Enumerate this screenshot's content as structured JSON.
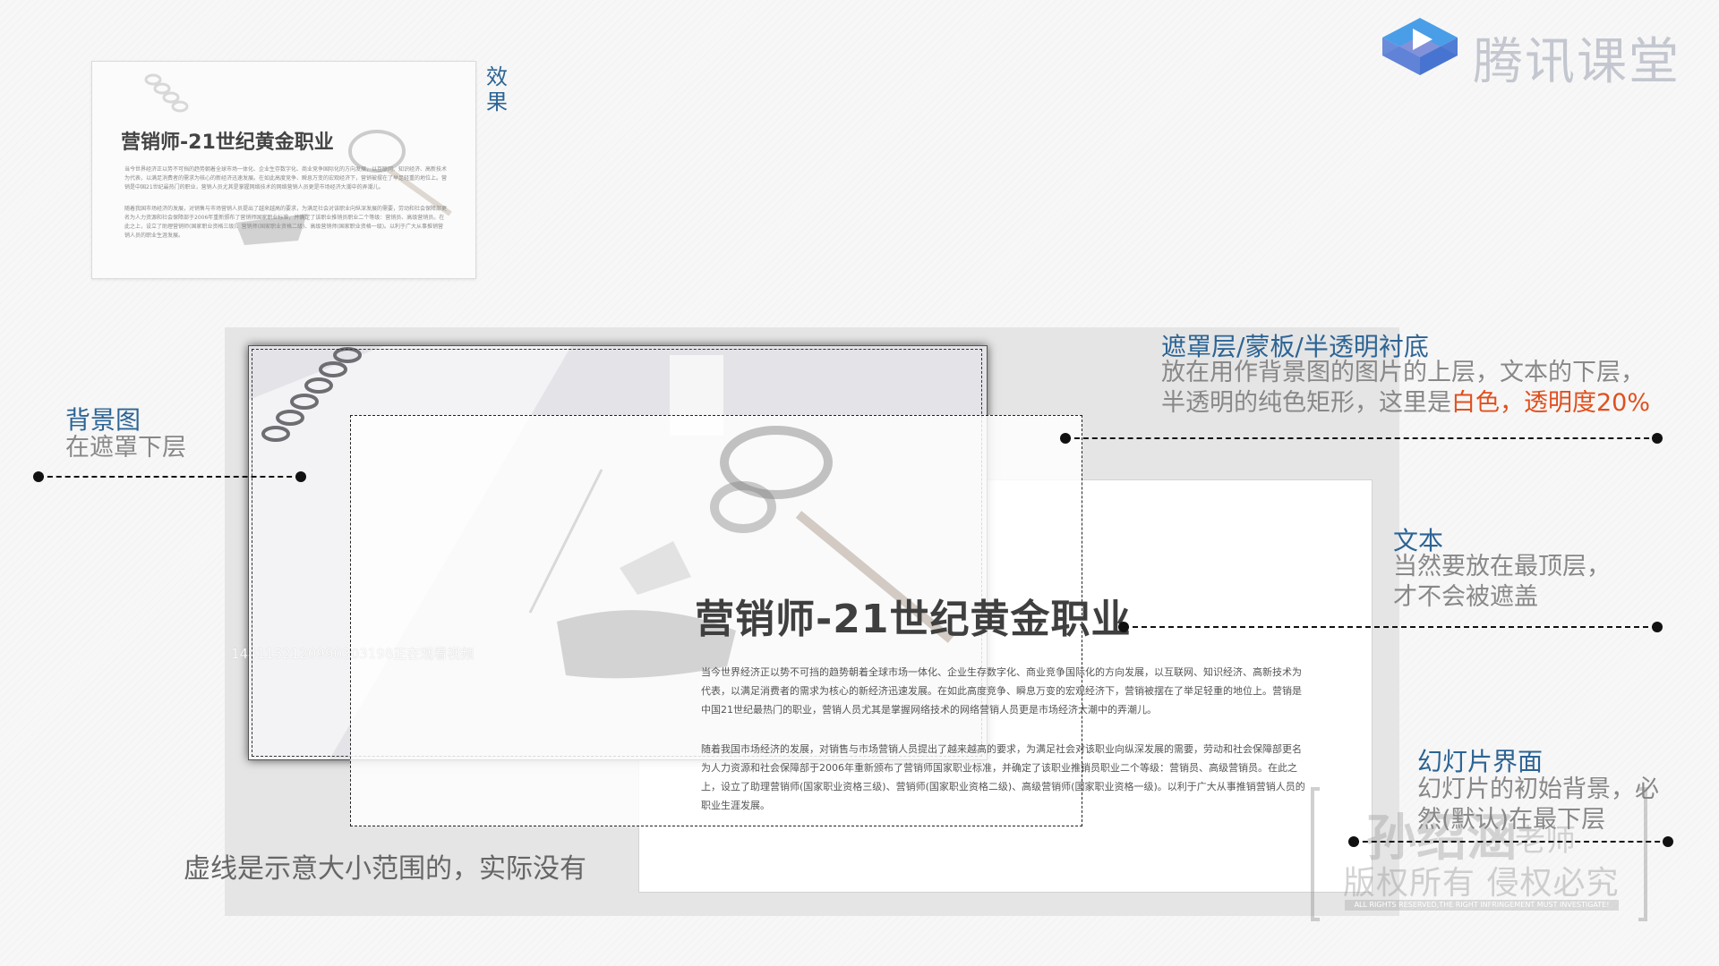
{
  "brand": {
    "name": "腾讯课堂",
    "icon": "play-logo-icon"
  },
  "preview": {
    "label": "效果",
    "title": "营销师-21世纪黄金职业",
    "paragraph_1": "当今世界经济正以势不可挡的趋势朝着全球市场一体化、企业生存数字化、商业竞争国际化的方向发展，以互联网、知识经济、高新技术为代表，以满足消费者的需求为核心的新经济迅速发展。在如此高度竞争、瞬息万变的宏观经济下，营销被摆在了举足轻重的地位上。营销是中国21世纪最热门的职业，营销人员尤其是掌握网络技术的网络营销人员更是市场经济大潮中的弄潮儿。",
    "paragraph_2": "随着我国市场经济的发展，对销售与市场营销人员提出了越来越高的要求，为满足社会对该职业向纵深发展的需要，劳动和社会保障部更名为人力资源和社会保障部于2006年重新颁布了营销师国家职业标准，并确定了该职业推销员职业二个等级：营销员、高级营销员。在此之上，设立了助理营销师(国家职业资格三级)、营销师(国家职业资格二级)、高级营销师(国家职业资格一级)。以利于广大从事推销营销人员的职业生涯发展。"
  },
  "slide": {
    "title": "营销师-21世纪黄金职业",
    "paragraph_1": "当今世界经济正以势不可挡的趋势朝着全球市场一体化、企业生存数字化、商业竞争国际化的方向发展，以互联网、知识经济、高新技术为代表，以满足消费者的需求为核心的新经济迅速发展。在如此高度竞争、瞬息万变的宏观经济下，营销被摆在了举足轻重的地位上。营销是中国21世纪最热门的职业，营销人员尤其是掌握网络技术的网络营销人员更是市场经济大潮中的弄潮儿。",
    "paragraph_2": "随着我国市场经济的发展，对销售与市场营销人员提出了越来越高的要求，为满足社会对该职业向纵深发展的需要，劳动和社会保障部更名为人力资源和社会保障部于2006年重新颁布了营销师国家职业标准，并确定了该职业推销员职业二个等级：营销员、高级营销员。在此之上，设立了助理营销师(国家职业资格三级)、营销师(国家职业资格二级)、高级营销师(国家职业资格一级)。以利于广大从事推销营销人员的职业生涯发展。",
    "viewer_watermark": "1441152120990303198正在观看视频"
  },
  "annotations": {
    "background": {
      "title": "背景图",
      "desc": "在遮罩下层"
    },
    "mask": {
      "title": "遮罩层/蒙板/半透明衬底",
      "line_1": "放在用作背景图的图片的上层，文本的下层，",
      "line_2_prefix": "半透明的纯色矩形，这里是",
      "highlight": "白色，透明度20%"
    },
    "text": {
      "title": "文本",
      "line_1": "当然要放在最顶层，",
      "line_2": "才不会被遮盖"
    },
    "slide_face": {
      "title": "幻灯片界面",
      "line_1": "幻灯片的初始背景，必",
      "line_2": "然(默认)在最下层"
    },
    "dashed_note": "虚线是示意大小范围的，实际没有"
  },
  "copyright": {
    "name": "孙绍涵",
    "role": "老师",
    "rights": "版权所有 侵权必究",
    "rights_en": "ALL RIGHTS RESERVED,THE RIGHT INFRINGEMENT MUST INVESTIGATE!"
  },
  "colors": {
    "accent_blue": "#2c6494",
    "highlight_red": "#e0501e",
    "annotation_gray": "#888888"
  }
}
